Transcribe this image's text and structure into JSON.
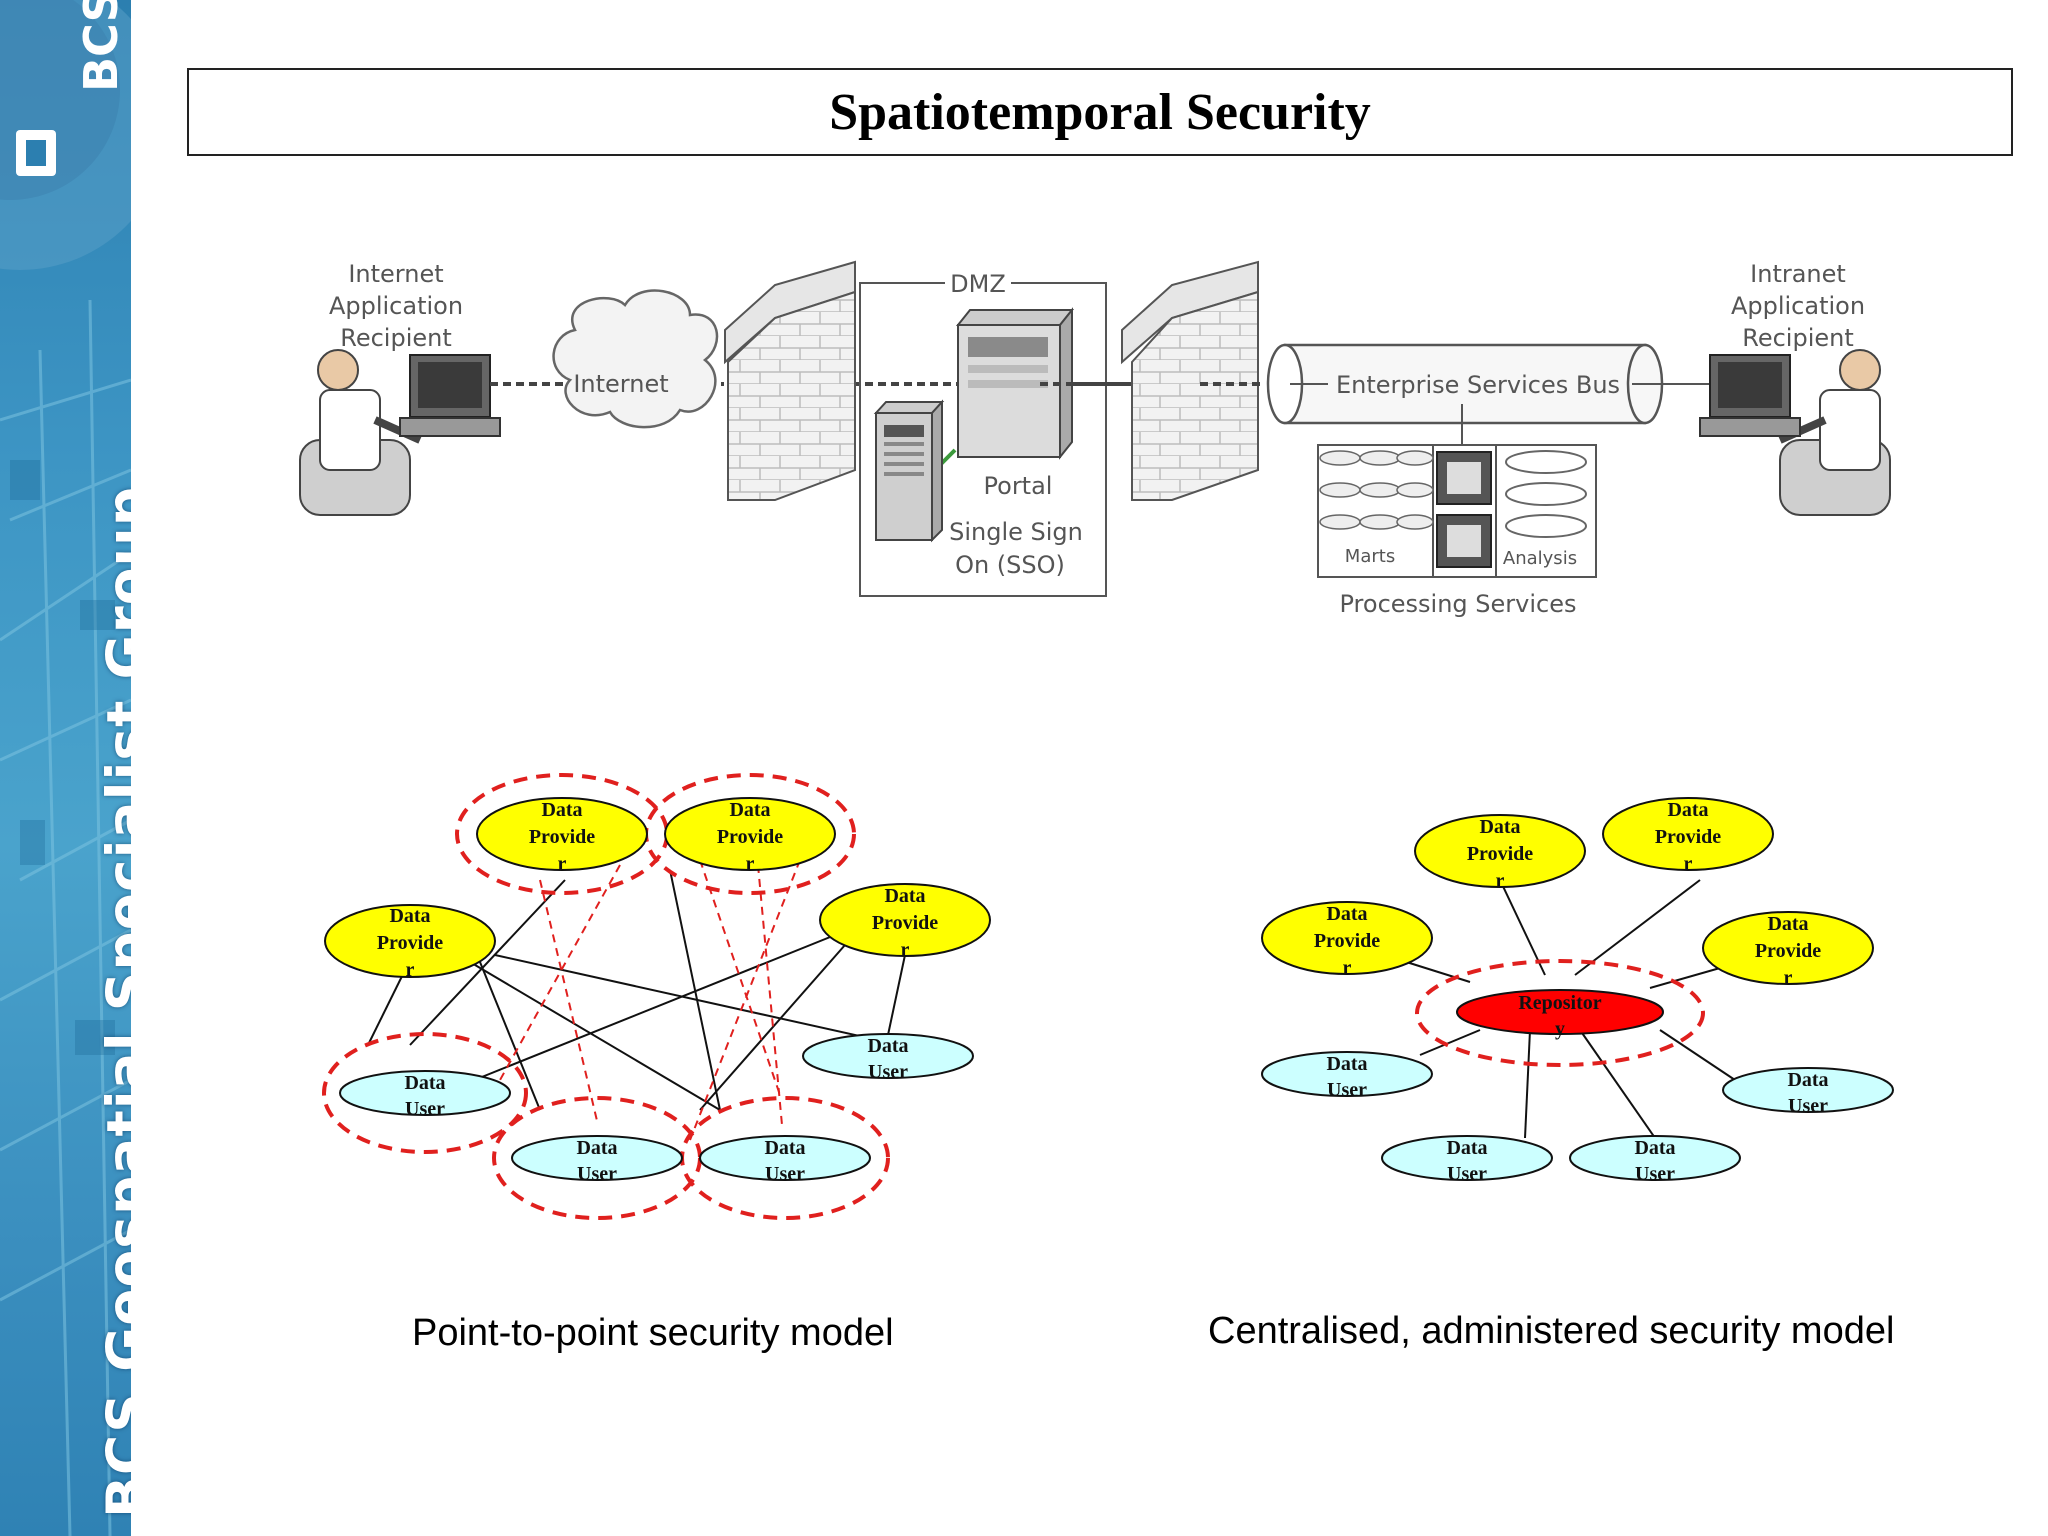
{
  "sidebar": {
    "logo_text": "BCS",
    "vertical_text": "BCS Geospatial Specialist Group"
  },
  "slide": {
    "title": "Spatiotemporal Security"
  },
  "architecture": {
    "internet_recipient": [
      "Internet",
      "Application",
      "Recipient"
    ],
    "internet_cloud": "Internet",
    "dmz": "DMZ",
    "portal": "Portal",
    "sso": [
      "Single Sign",
      "On (SSO)"
    ],
    "esb": "Enterprise Services Bus",
    "marts": "Marts",
    "analysis": "Analysis",
    "processing": "Processing Services",
    "intranet_recipient": [
      "Intranet",
      "Application",
      "Recipient"
    ]
  },
  "p2p": {
    "caption": "Point-to-point security model",
    "providers": [
      {
        "lines": [
          "Data",
          "Provide",
          "r"
        ]
      },
      {
        "lines": [
          "Data",
          "Provide",
          "r"
        ]
      },
      {
        "lines": [
          "Data",
          "Provide",
          "r"
        ]
      },
      {
        "lines": [
          "Data",
          "Provide",
          "r"
        ]
      }
    ],
    "users": [
      {
        "lines": [
          "Data",
          "User"
        ]
      },
      {
        "lines": [
          "Data",
          "User"
        ]
      },
      {
        "lines": [
          "Data",
          "User"
        ]
      },
      {
        "lines": [
          "Data",
          "User"
        ]
      }
    ]
  },
  "central": {
    "caption": "Centralised, administered security model",
    "repository": [
      "Repositor",
      "y"
    ],
    "providers": [
      {
        "lines": [
          "Data",
          "Provide",
          "r"
        ]
      },
      {
        "lines": [
          "Data",
          "Provide",
          "r"
        ]
      },
      {
        "lines": [
          "Data",
          "Provide",
          "r"
        ]
      },
      {
        "lines": [
          "Data",
          "Provide",
          "r"
        ]
      }
    ],
    "users": [
      {
        "lines": [
          "Data",
          "User"
        ]
      },
      {
        "lines": [
          "Data",
          "User"
        ]
      },
      {
        "lines": [
          "Data",
          "User"
        ]
      },
      {
        "lines": [
          "Data",
          "User"
        ]
      }
    ]
  },
  "colors": {
    "provider": "#ffff00",
    "user": "#ccffff",
    "repository": "#ff0000",
    "security_ring": "#e0201e"
  }
}
